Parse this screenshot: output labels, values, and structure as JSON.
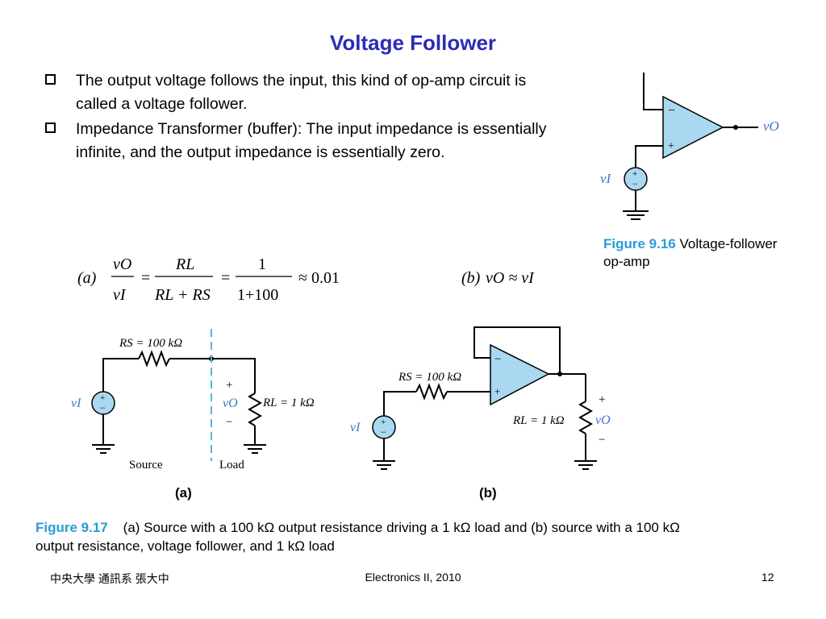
{
  "slide": {
    "title": "Voltage Follower",
    "bullets": [
      "The output voltage follows the input, this kind of op-amp circuit is called a voltage follower.",
      "Impedance Transformer (buffer): The input impedance is essentially infinite, and the output impedance is essentially zero."
    ]
  },
  "equations": {
    "a_label": "(a)",
    "a_num1": "vO",
    "a_den1": "vI",
    "a_num2": "RL",
    "a_den2": "RL + RS",
    "a_num3": "1",
    "a_den3": "1+100",
    "a_result": "≈ 0.01",
    "b_label": "(b)",
    "b_expr": "vO ≈ vI"
  },
  "figure_916": {
    "label": "Figure 9.16",
    "caption": "Voltage-follower op-amp",
    "v_out": "vO",
    "v_in": "vI",
    "minus": "−",
    "plus": "+"
  },
  "figure_917": {
    "label": "Figure 9.17",
    "caption": "(a) Source with a 100 kΩ output resistance driving a 1 kΩ load and (b) source with a 100 kΩ output resistance, voltage follower, and 1 kΩ load",
    "a": {
      "rs": "RS = 100 kΩ",
      "rl": "RL = 1 kΩ",
      "vi": "vI",
      "vo": "vO",
      "source": "Source",
      "load": "Load",
      "sub_label": "(a)"
    },
    "b": {
      "rs": "RS = 100 kΩ",
      "rl": "RL = 1 kΩ",
      "vi": "vI",
      "vo": "vO",
      "sub_label": "(b)"
    }
  },
  "footer": {
    "left": "中央大學 通訊系 張大中",
    "center": "Electronics II, 2010",
    "page": "12"
  },
  "colors": {
    "title": "#2b2bb8",
    "caption_label": "#2a9bd8",
    "circuit_wire": "#000000",
    "opamp_fill": "#a9d8f0",
    "source_fill": "#a9d8f0",
    "dashed_divider": "#56b4e9",
    "voltage_label": "#3a76c4"
  }
}
